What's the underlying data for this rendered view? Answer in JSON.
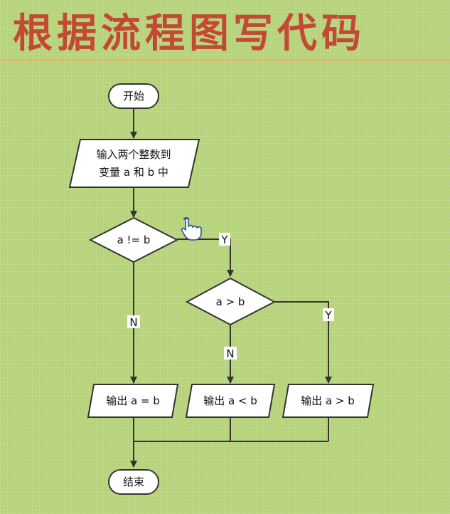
{
  "title": "根据流程图写代码",
  "flowchart": {
    "start": "开始",
    "input_line1": "输入两个整数到",
    "input_line2": "变量 a 和 b 中",
    "decision1": "a != b",
    "decision2": "a > b",
    "output_eq": "输出 a = b",
    "output_lt": "输出 a < b",
    "output_gt": "输出 a > b",
    "end": "结束",
    "yes": "Y",
    "no": "N"
  }
}
